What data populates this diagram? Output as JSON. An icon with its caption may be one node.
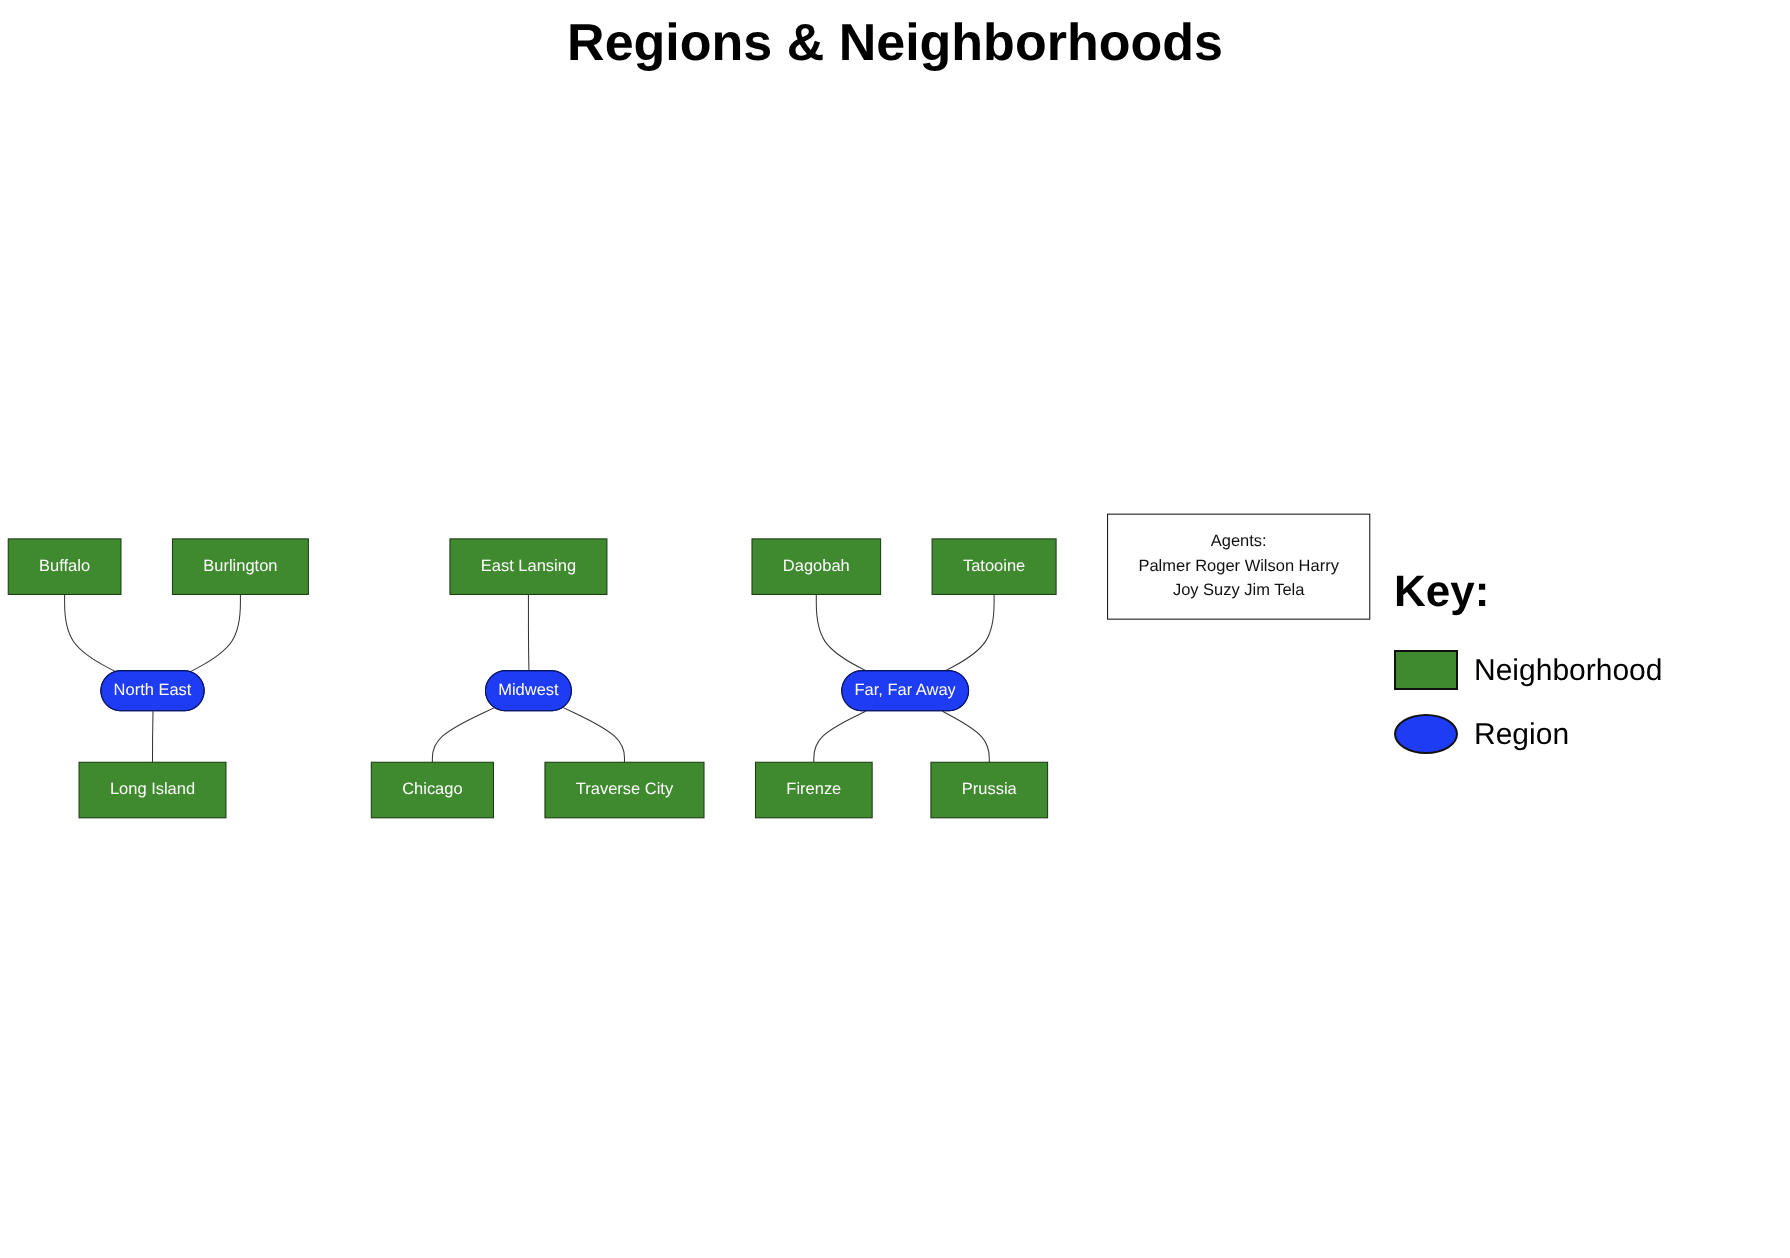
{
  "diagram": {
    "title": "Regions & Neighborhoods",
    "nodes": [
      {
        "text": [
          "Buffalo"
        ]
      },
      {
        "text": [
          "Burlington"
        ]
      },
      {
        "text": [
          "East Lansing"
        ]
      },
      {
        "text": [
          "Dagobah"
        ]
      },
      {
        "text": [
          "Tatooine"
        ]
      },
      {
        "text": [
          "North East"
        ]
      },
      {
        "text": [
          "Midwest"
        ]
      },
      {
        "text": [
          "Far, Far Away"
        ]
      },
      {
        "text": [
          "Long Island"
        ]
      },
      {
        "text": [
          "Chicago"
        ]
      },
      {
        "text": [
          "Traverse City"
        ]
      },
      {
        "text": [
          "Firenze"
        ]
      },
      {
        "text": [
          "Prussia"
        ]
      },
      {
        "text": [
          "Agents:",
          "Palmer Roger Wilson Harry",
          "Joy Suzy Jim Tela"
        ]
      }
    ],
    "edges": [
      {
        "from": 0,
        "to": 5,
        "arrow": "none"
      },
      {
        "from": 1,
        "to": 5,
        "arrow": "none"
      },
      {
        "from": 5,
        "to": 8,
        "arrow": "none"
      },
      {
        "from": 2,
        "to": 6,
        "arrow": "none"
      },
      {
        "from": 6,
        "to": 9,
        "arrow": "none"
      },
      {
        "from": 6,
        "to": 10,
        "arrow": "none"
      },
      {
        "from": 3,
        "to": 7,
        "arrow": "none"
      },
      {
        "from": 4,
        "to": 7,
        "arrow": "none"
      },
      {
        "from": 7,
        "to": 11,
        "arrow": "none"
      },
      {
        "from": 7,
        "to": 12,
        "arrow": "none"
      }
    ],
    "labels": [
      "Key:"
    ],
    "legend": [
      {
        "text": "Neighborhood"
      },
      {
        "text": "Region"
      }
    ]
  }
}
